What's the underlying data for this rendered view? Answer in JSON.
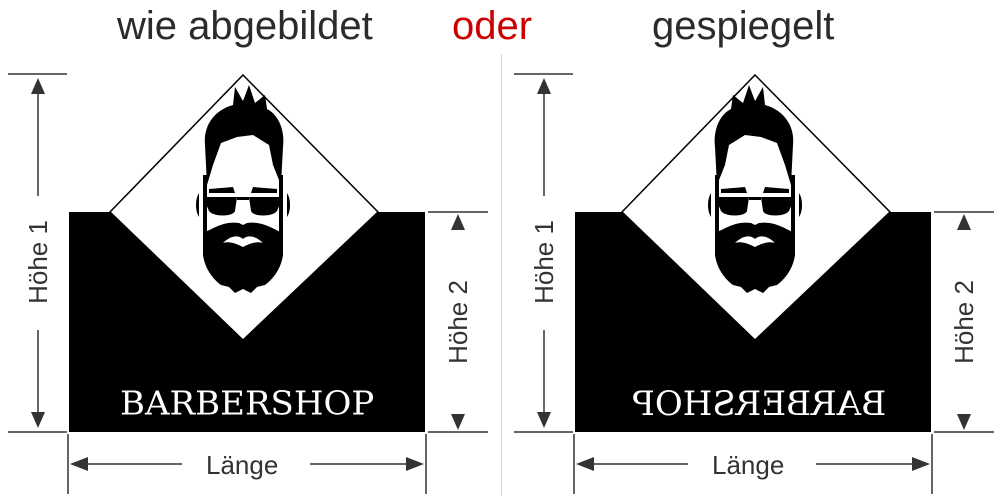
{
  "titles": {
    "left": "wie abgebildet",
    "middle": "oder",
    "right": "gespiegelt"
  },
  "colors": {
    "title_text": "#2b2b2b",
    "accent_red": "#cc0000",
    "sign_black": "#000000",
    "dimension_lines": "#333333"
  },
  "panels": [
    {
      "id": "as-shown",
      "brand_text": "BARBERSHOP",
      "mirrored": false,
      "dimensions": {
        "height1": "Höhe 1",
        "height2": "Höhe 2",
        "length": "Länge"
      },
      "icons": [
        "bearded-man-icon",
        "arrow-up-icon",
        "arrow-down-icon",
        "arrow-left-icon",
        "arrow-right-icon"
      ]
    },
    {
      "id": "mirrored",
      "brand_text": "BARBERSHOP",
      "mirrored": true,
      "dimensions": {
        "height1": "Höhe 1",
        "height2": "Höhe 2",
        "length": "Länge"
      },
      "icons": [
        "bearded-man-icon",
        "arrow-up-icon",
        "arrow-down-icon",
        "arrow-left-icon",
        "arrow-right-icon"
      ]
    }
  ]
}
